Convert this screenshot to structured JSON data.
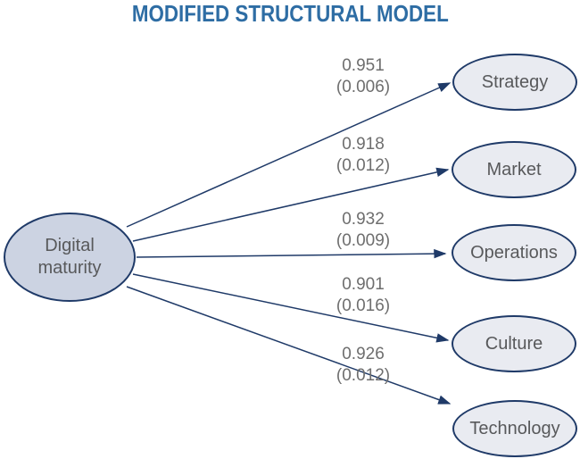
{
  "title": "MODIFIED STRUCTURAL MODEL",
  "colors": {
    "navy": "#1f3a68",
    "title_blue": "#2e6da4",
    "source_fill": "#ccd3e2",
    "target_fill": "#e9ebf1",
    "text_gray": "#58595b",
    "label_gray": "#6e6e6e"
  },
  "source": {
    "label": "Digital maturity"
  },
  "targets": [
    {
      "label": "Strategy"
    },
    {
      "label": "Market"
    },
    {
      "label": "Operations"
    },
    {
      "label": "Culture"
    },
    {
      "label": "Technology"
    }
  ],
  "edges": [
    {
      "from": "Digital maturity",
      "to": "Strategy",
      "value": "0.951",
      "se": "(0.006)"
    },
    {
      "from": "Digital maturity",
      "to": "Market",
      "value": "0.918",
      "se": "(0.012)"
    },
    {
      "from": "Digital maturity",
      "to": "Operations",
      "value": "0.932",
      "se": "(0.009)"
    },
    {
      "from": "Digital maturity",
      "to": "Culture",
      "value": "0.901",
      "se": "(0.016)"
    },
    {
      "from": "Digital maturity",
      "to": "Technology",
      "value": "0.926",
      "se": "(0.012)"
    }
  ]
}
